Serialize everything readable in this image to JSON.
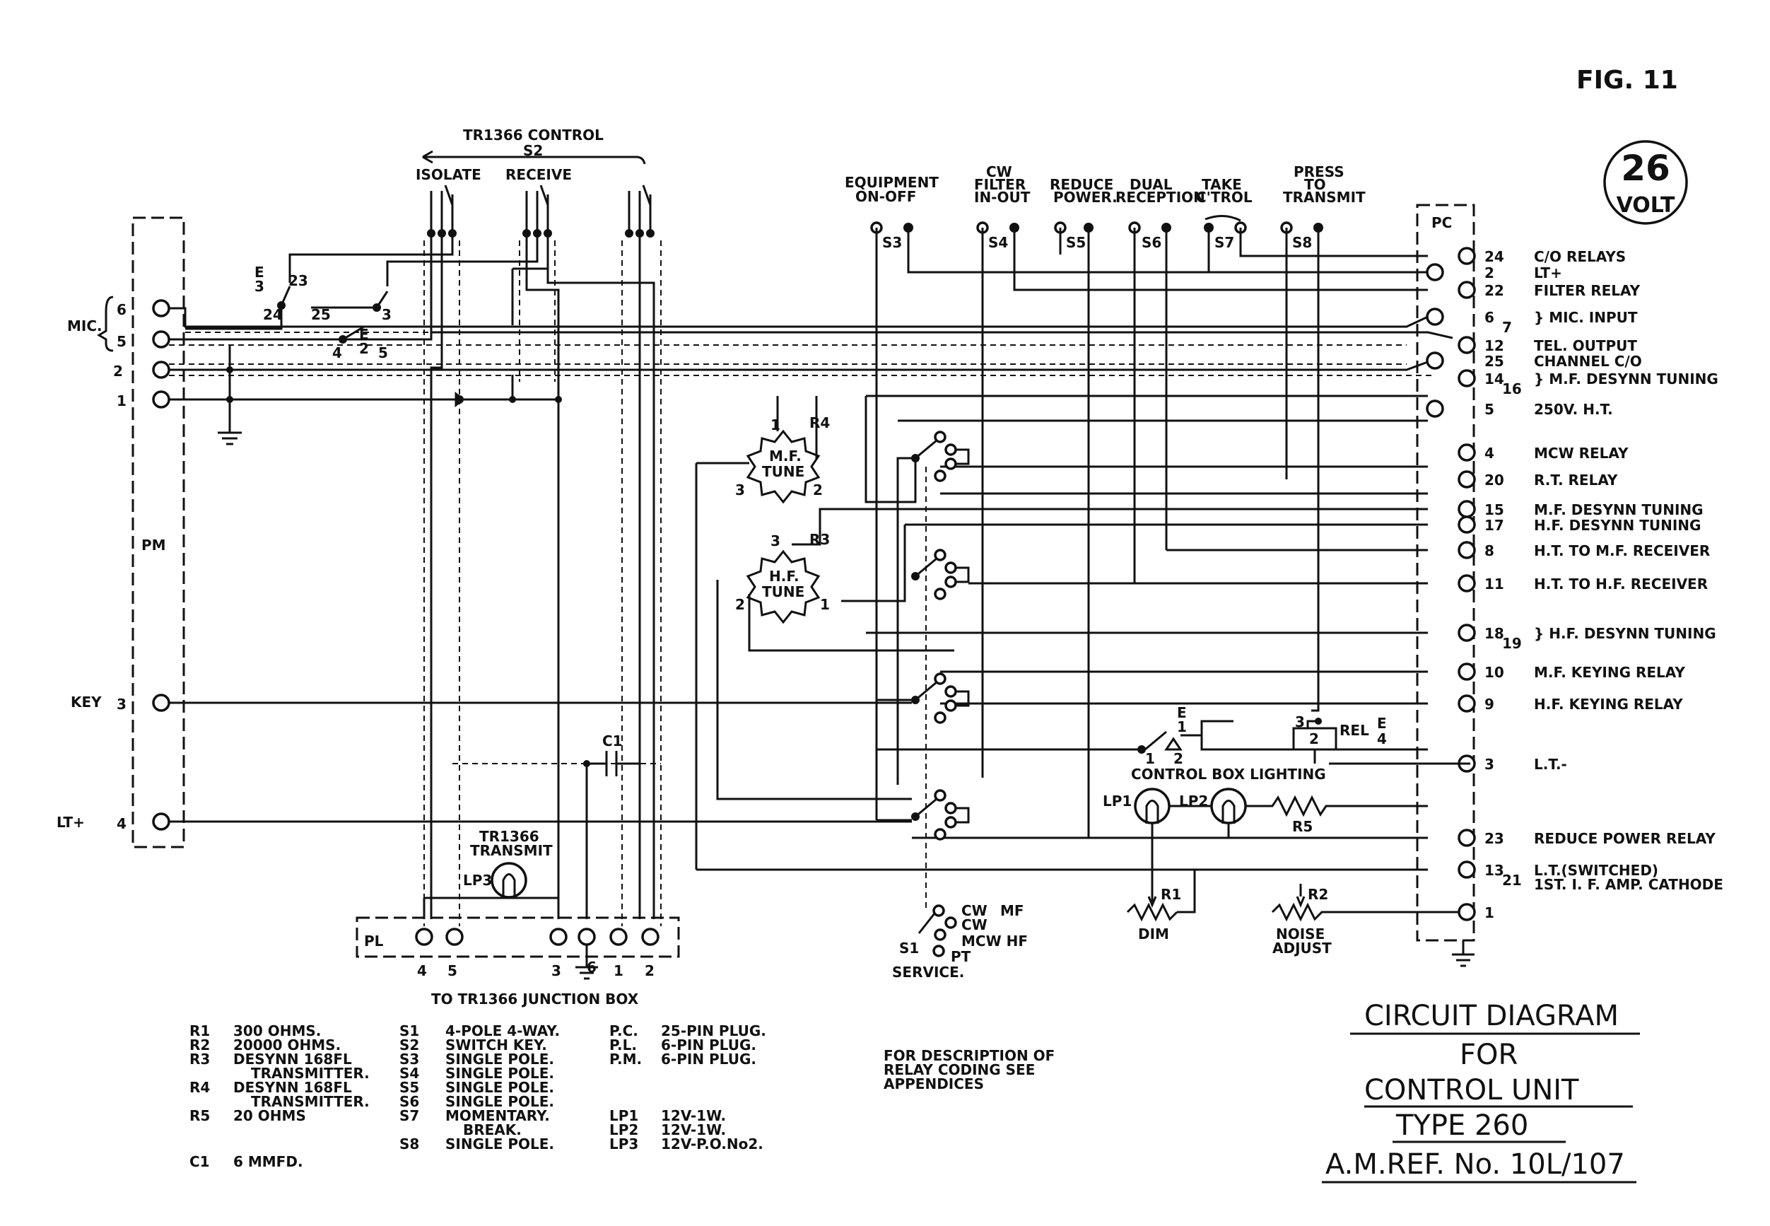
{
  "figure": {
    "fig_label": "FIG. 11",
    "voltage": "26",
    "voltage_unit": "VOLT"
  },
  "title_block": {
    "line1": "CIRCUIT DIAGRAM",
    "line2": "FOR",
    "line3": "CONTROL UNIT",
    "line4": "TYPE 260",
    "line5": "A.M.REF. No. 10L/107"
  },
  "note": [
    "FOR DESCRIPTION OF",
    "RELAY CODING SEE",
    "APPENDICES"
  ],
  "pm_plug": {
    "label": "PM",
    "mic_label": "MIC.",
    "key_label": "KEY",
    "lt_label": "LT+",
    "pins": [
      "6",
      "5",
      "2",
      "1",
      "3",
      "4"
    ]
  },
  "tr1366_control": {
    "title": "TR1366 CONTROL",
    "switch": "S2",
    "isolate": "ISOLATE",
    "receive": "RECEIVE",
    "contacts_a": [
      "E",
      "3",
      "23",
      "24",
      "25",
      "3"
    ],
    "contacts_b": [
      "4",
      "E",
      "2",
      "5"
    ]
  },
  "top_switches": [
    {
      "id": "S3",
      "label": [
        "EQUIPMENT",
        "ON-OFF"
      ]
    },
    {
      "id": "S4",
      "label": [
        "CW",
        "FILTER",
        "IN-OUT"
      ]
    },
    {
      "id": "S5",
      "label": [
        "REDUCE",
        "POWER."
      ]
    },
    {
      "id": "S6",
      "label": [
        "DUAL",
        "RECEPTION"
      ]
    },
    {
      "id": "S7",
      "label": [
        "TAKE",
        "C'TROL"
      ]
    },
    {
      "id": "S8",
      "label": [
        "PRESS",
        "TO",
        "TRANSMIT"
      ]
    }
  ],
  "pc_plug": {
    "label": "PC",
    "pins": [
      {
        "num": "24",
        "num2": "",
        "text": "C/O RELAYS"
      },
      {
        "num": "2",
        "num2": "",
        "text": "LT+"
      },
      {
        "num": "22",
        "num2": "",
        "text": "FILTER RELAY"
      },
      {
        "num": "6",
        "num2": "7",
        "text": "} MIC. INPUT"
      },
      {
        "num": "12",
        "num2": "",
        "text": "TEL. OUTPUT"
      },
      {
        "num": "25",
        "num2": "",
        "text": "CHANNEL C/O"
      },
      {
        "num": "14",
        "num2": "16",
        "text": "} M.F. DESYNN TUNING"
      },
      {
        "num": "5",
        "num2": "",
        "text": "250V. H.T."
      },
      {
        "num": "4",
        "num2": "",
        "text": "MCW RELAY"
      },
      {
        "num": "20",
        "num2": "",
        "text": "R.T. RELAY"
      },
      {
        "num": "15",
        "num2": "",
        "text": "M.F. DESYNN TUNING"
      },
      {
        "num": "17",
        "num2": "",
        "text": "H.F. DESYNN TUNING"
      },
      {
        "num": "8",
        "num2": "",
        "text": "H.T. TO M.F. RECEIVER"
      },
      {
        "num": "11",
        "num2": "",
        "text": "H.T. TO H.F. RECEIVER"
      },
      {
        "num": "18",
        "num2": "19",
        "text": "} H.F. DESYNN TUNING"
      },
      {
        "num": "10",
        "num2": "",
        "text": "M.F. KEYING RELAY"
      },
      {
        "num": "9",
        "num2": "",
        "text": "H.F. KEYING RELAY"
      },
      {
        "num": "3",
        "num2": "",
        "text": "L.T.-"
      },
      {
        "num": "23",
        "num2": "",
        "text": "REDUCE POWER RELAY"
      },
      {
        "num": "13",
        "num2": "21",
        "text": "L.T.(SWITCHED)"
      },
      {
        "num": "",
        "num2": "",
        "text": "1ST. I. F. AMP. CATHODE"
      },
      {
        "num": "1",
        "num2": "",
        "text": ""
      }
    ]
  },
  "desynn": {
    "r4": {
      "id": "R4",
      "l1": "M.F.",
      "l2": "TUNE",
      "p1": "1",
      "p2": "2",
      "p3": "3"
    },
    "r3": {
      "id": "R3",
      "l1": "H.F.",
      "l2": "TUNE",
      "p1": "1",
      "p2": "2",
      "p3": "3"
    }
  },
  "relay": {
    "label": "REL",
    "code_top": "E",
    "code_bot": "4",
    "coil": "2",
    "n3": "3"
  },
  "relay_contact": {
    "code_top": "E",
    "code_bot": "1",
    "n1": "1",
    "n2": "2"
  },
  "lighting": {
    "title": "CONTROL   BOX   LIGHTING",
    "lp1": "LP1",
    "lp2": "LP2",
    "r5": "R5"
  },
  "dim": {
    "r1": "R1",
    "label": "DIM"
  },
  "noise": {
    "r2": "R2",
    "l1": "NOISE",
    "l2": "ADJUST"
  },
  "capacitor": {
    "label": "C1"
  },
  "tr_transmit": {
    "l1": "TR1366",
    "l2": "TRANSMIT",
    "lamp": "LP3"
  },
  "service_switch": {
    "id": "S1",
    "label": "SERVICE.",
    "positions": [
      "CW",
      "MF",
      "CW",
      "MCW HF",
      "PT"
    ]
  },
  "pl_plug": {
    "label": "PL",
    "pins": [
      "4",
      "5",
      "3",
      "6",
      "1",
      "2"
    ],
    "caption": "TO TR1366 JUNCTION BOX"
  },
  "legend": {
    "col1": [
      {
        "k": "R1",
        "v": "300 OHMS."
      },
      {
        "k": "R2",
        "v": "20000 OHMS."
      },
      {
        "k": "R3",
        "v": "DESYNN 168FL"
      },
      {
        "k": "",
        "v": "TRANSMITTER."
      },
      {
        "k": "R4",
        "v": "DESYNN 168FL"
      },
      {
        "k": "",
        "v": "TRANSMITTER."
      },
      {
        "k": "R5",
        "v": "20 OHMS"
      },
      {
        "k": "C1",
        "v": "6 MMFD."
      }
    ],
    "col2": [
      {
        "k": "S1",
        "v": "4-POLE 4-WAY."
      },
      {
        "k": "S2",
        "v": "SWITCH KEY."
      },
      {
        "k": "S3",
        "v": "SINGLE POLE."
      },
      {
        "k": "S4",
        "v": "SINGLE POLE."
      },
      {
        "k": "S5",
        "v": "SINGLE POLE."
      },
      {
        "k": "S6",
        "v": "SINGLE POLE."
      },
      {
        "k": "S7",
        "v": "MOMENTARY."
      },
      {
        "k": "",
        "v": "BREAK."
      },
      {
        "k": "S8",
        "v": "SINGLE POLE."
      }
    ],
    "col3": [
      {
        "k": "P.C.",
        "v": "25-PIN PLUG."
      },
      {
        "k": "P.L.",
        "v": "6-PIN PLUG."
      },
      {
        "k": "P.M.",
        "v": "6-PIN PLUG."
      },
      {
        "k": "LP1",
        "v": "12V-1W."
      },
      {
        "k": "LP2",
        "v": "12V-1W."
      },
      {
        "k": "LP3",
        "v": "12V-P.O.No2."
      }
    ]
  }
}
